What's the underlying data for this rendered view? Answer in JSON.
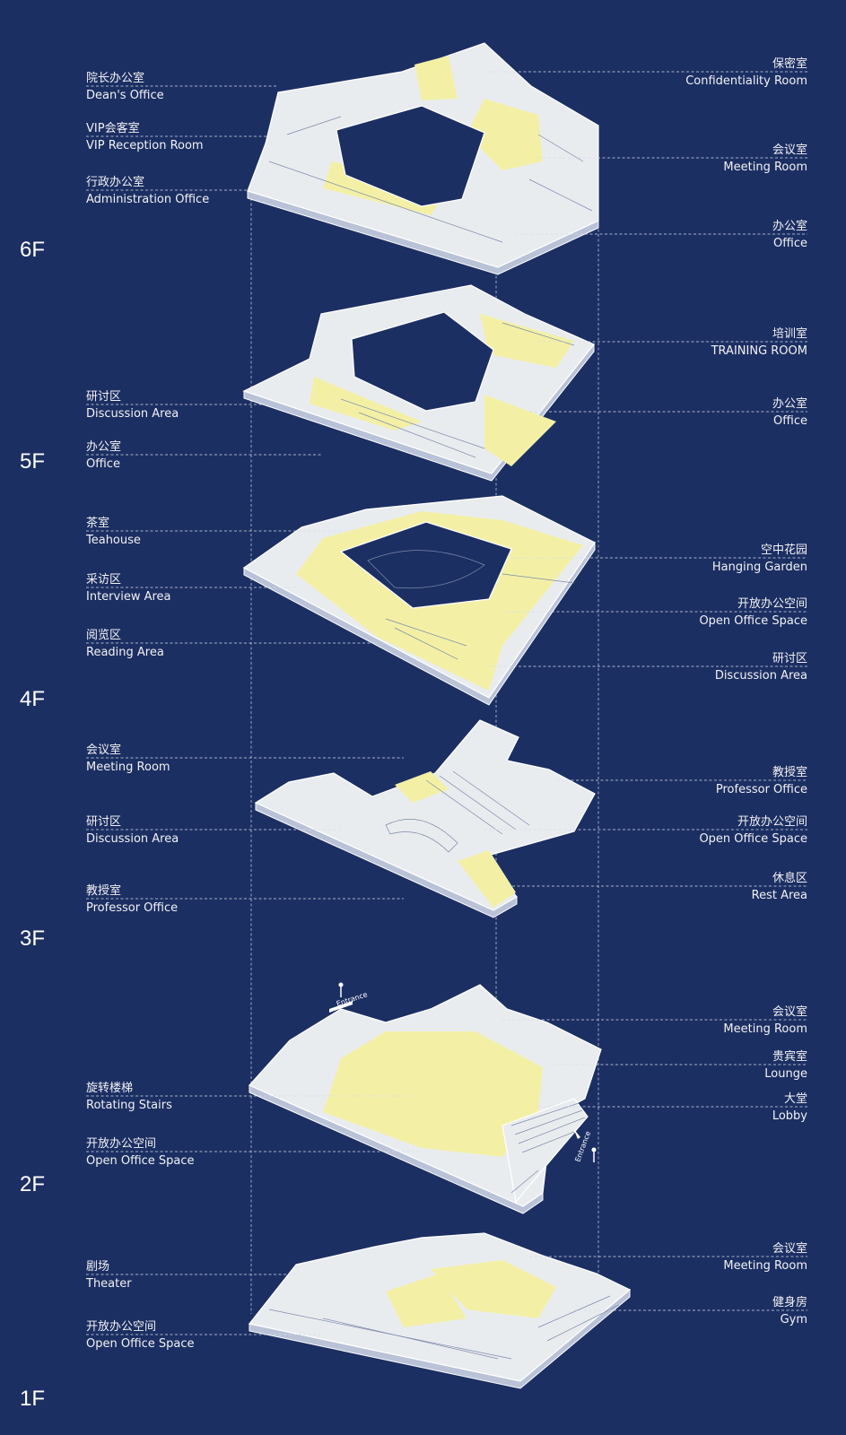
{
  "floors": [
    {
      "id": "6F",
      "label": "6F"
    },
    {
      "id": "5F",
      "label": "5F"
    },
    {
      "id": "4F",
      "label": "4F"
    },
    {
      "id": "3F",
      "label": "3F"
    },
    {
      "id": "2F",
      "label": "2F"
    },
    {
      "id": "1F",
      "label": "1F"
    }
  ],
  "labels": [
    {
      "floor": "6F",
      "side": "left",
      "cn": "院长办公室",
      "en": "Dean's Office"
    },
    {
      "floor": "6F",
      "side": "left",
      "cn": "VIP会客室",
      "en": "VIP Reception Room"
    },
    {
      "floor": "6F",
      "side": "left",
      "cn": "行政办公室",
      "en": "Administration Office"
    },
    {
      "floor": "6F",
      "side": "right",
      "cn": "保密室",
      "en": "Confidentiality Room"
    },
    {
      "floor": "6F",
      "side": "right",
      "cn": "会议室",
      "en": "Meeting Room"
    },
    {
      "floor": "6F",
      "side": "right",
      "cn": "办公室",
      "en": "Office"
    },
    {
      "floor": "5F",
      "side": "left",
      "cn": "研讨区",
      "en": "Discussion Area"
    },
    {
      "floor": "5F",
      "side": "left",
      "cn": "办公室",
      "en": "Office"
    },
    {
      "floor": "5F",
      "side": "right",
      "cn": "培训室",
      "en": "TRAINING ROOM"
    },
    {
      "floor": "5F",
      "side": "right",
      "cn": "办公室",
      "en": "Office"
    },
    {
      "floor": "4F",
      "side": "left",
      "cn": "茶室",
      "en": "Teahouse"
    },
    {
      "floor": "4F",
      "side": "left",
      "cn": "采访区",
      "en": "Interview Area"
    },
    {
      "floor": "4F",
      "side": "left",
      "cn": "阅览区",
      "en": "Reading Area"
    },
    {
      "floor": "4F",
      "side": "right",
      "cn": "空中花园",
      "en": "Hanging Garden"
    },
    {
      "floor": "4F",
      "side": "right",
      "cn": "开放办公空间",
      "en": "Open Office Space"
    },
    {
      "floor": "4F",
      "side": "right",
      "cn": "研讨区",
      "en": "Discussion Area"
    },
    {
      "floor": "3F",
      "side": "left",
      "cn": "会议室",
      "en": "Meeting Room"
    },
    {
      "floor": "3F",
      "side": "left",
      "cn": "研讨区",
      "en": "Discussion Area"
    },
    {
      "floor": "3F",
      "side": "left",
      "cn": "教授室",
      "en": "Professor Office"
    },
    {
      "floor": "3F",
      "side": "right",
      "cn": "教授室",
      "en": "Professor Office"
    },
    {
      "floor": "3F",
      "side": "right",
      "cn": "开放办公空间",
      "en": "Open Office Space"
    },
    {
      "floor": "3F",
      "side": "right",
      "cn": "休息区",
      "en": "Rest Area"
    },
    {
      "floor": "2F",
      "side": "right",
      "cn": "会议室",
      "en": "Meeting Room"
    },
    {
      "floor": "2F",
      "side": "right",
      "cn": "贵宾室",
      "en": "Lounge"
    },
    {
      "floor": "2F",
      "side": "right",
      "cn": "大堂",
      "en": "Lobby"
    },
    {
      "floor": "2F",
      "side": "left",
      "cn": "旋转楼梯",
      "en": "Rotating Stairs"
    },
    {
      "floor": "2F",
      "side": "left",
      "cn": "开放办公空间",
      "en": "Open Office Space"
    },
    {
      "floor": "1F",
      "side": "left",
      "cn": "剧场",
      "en": "Theater"
    },
    {
      "floor": "1F",
      "side": "left",
      "cn": "开放办公空间",
      "en": "Open Office Space"
    },
    {
      "floor": "1F",
      "side": "right",
      "cn": "会议室",
      "en": "Meeting Room"
    },
    {
      "floor": "1F",
      "side": "right",
      "cn": "健身房",
      "en": "Gym"
    }
  ],
  "entrance_text": "Entrance",
  "colors": {
    "background": "#1c2f63",
    "highlight": "#f3f0a6",
    "line": "#ffffff"
  }
}
